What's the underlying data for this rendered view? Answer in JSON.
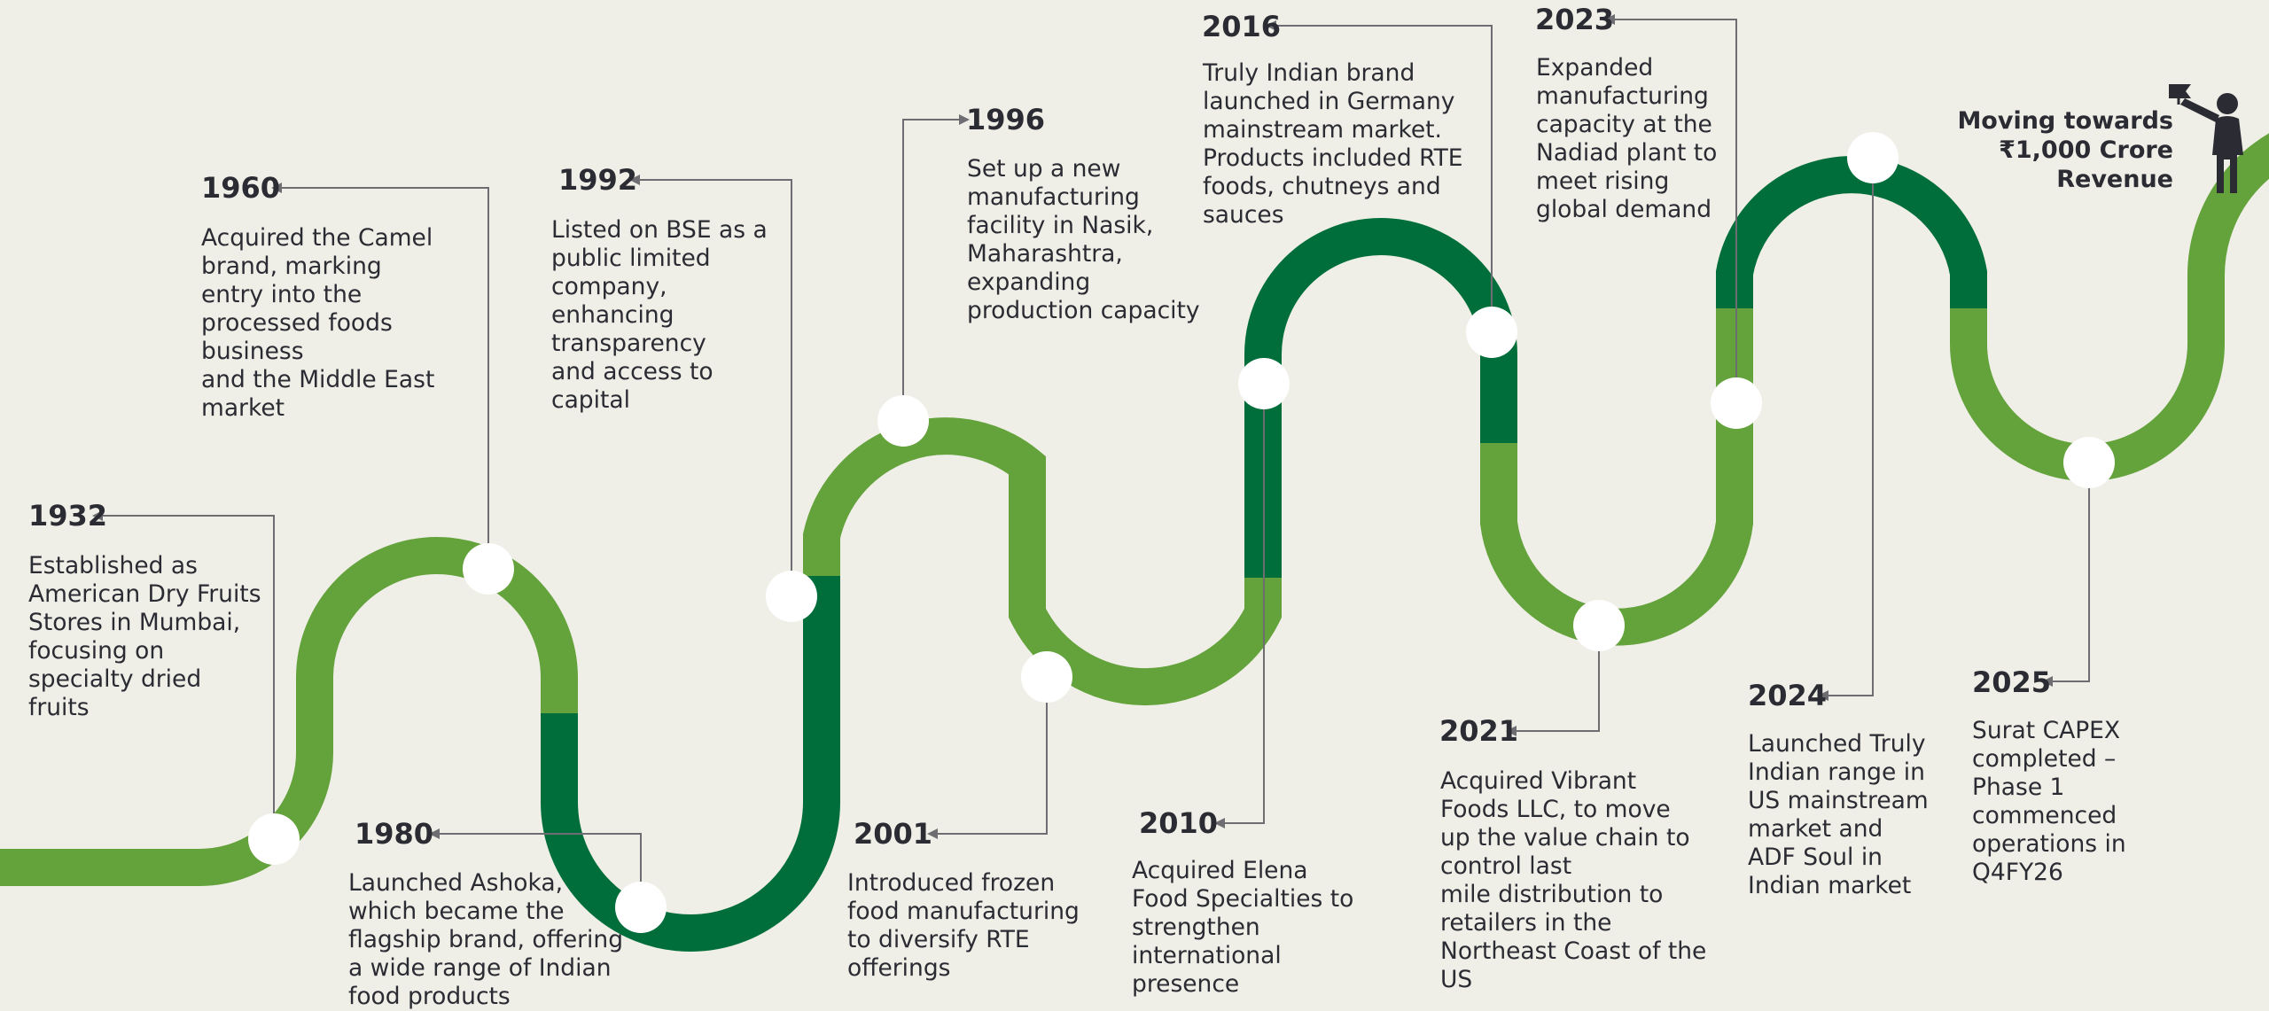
{
  "colors": {
    "background": "#efefe7",
    "road_light": "#64a23c",
    "road_dark": "#006e3a",
    "text": "#2b2b33",
    "leader": "#6d6d72",
    "node": "#ffffff"
  },
  "milestones": [
    {
      "year": "1932",
      "text": "Established as\nAmerican Dry Fruits\nStores in Mumbai,\nfocusing on\nspecialty dried\nfruits"
    },
    {
      "year": "1960",
      "text": "Acquired the Camel\nbrand, marking\nentry into the\nprocessed foods\nbusiness\nand the Middle East\nmarket"
    },
    {
      "year": "1980",
      "text": "Launched Ashoka,\nwhich became the\nflagship brand, offering\na wide range of Indian\nfood products"
    },
    {
      "year": "1992",
      "text": "Listed on BSE as a\npublic limited\ncompany,\nenhancing\ntransparency\nand access to\ncapital"
    },
    {
      "year": "1996",
      "text": "Set up a new\nmanufacturing\nfacility in Nasik,\nMaharashtra,\nexpanding\nproduction capacity"
    },
    {
      "year": "2001",
      "text": "Introduced frozen\nfood manufacturing\nto diversify RTE\nofferings"
    },
    {
      "year": "2010",
      "text": "Acquired Elena\nFood Specialties to\nstrengthen\ninternational\npresence"
    },
    {
      "year": "2016",
      "text": "Truly Indian brand\nlaunched in Germany\nmainstream market.\nProducts included RTE\nfoods, chutneys and\nsauces"
    },
    {
      "year": "2021",
      "text": "Acquired Vibrant\nFoods LLC, to move\nup the value chain to\ncontrol last\nmile distribution to\nretailers in the\nNortheast Coast of the\nUS"
    },
    {
      "year": "2023",
      "text": "Expanded\nmanufacturing\ncapacity at the\nNadiad plant to\nmeet rising\nglobal demand"
    },
    {
      "year": "2024",
      "text": "Launched Truly\nIndian range in\nUS mainstream\nmarket and\nADF Soul in\nIndian market"
    },
    {
      "year": "2025",
      "text": "Surat CAPEX\ncompleted –\nPhase 1\ncommenced\noperations in\nQ4FY26"
    }
  ],
  "goal": {
    "text": "Moving towards\n₹1,000 Crore\nRevenue"
  },
  "icons": {
    "goal_figure": "person-with-flag-icon"
  }
}
